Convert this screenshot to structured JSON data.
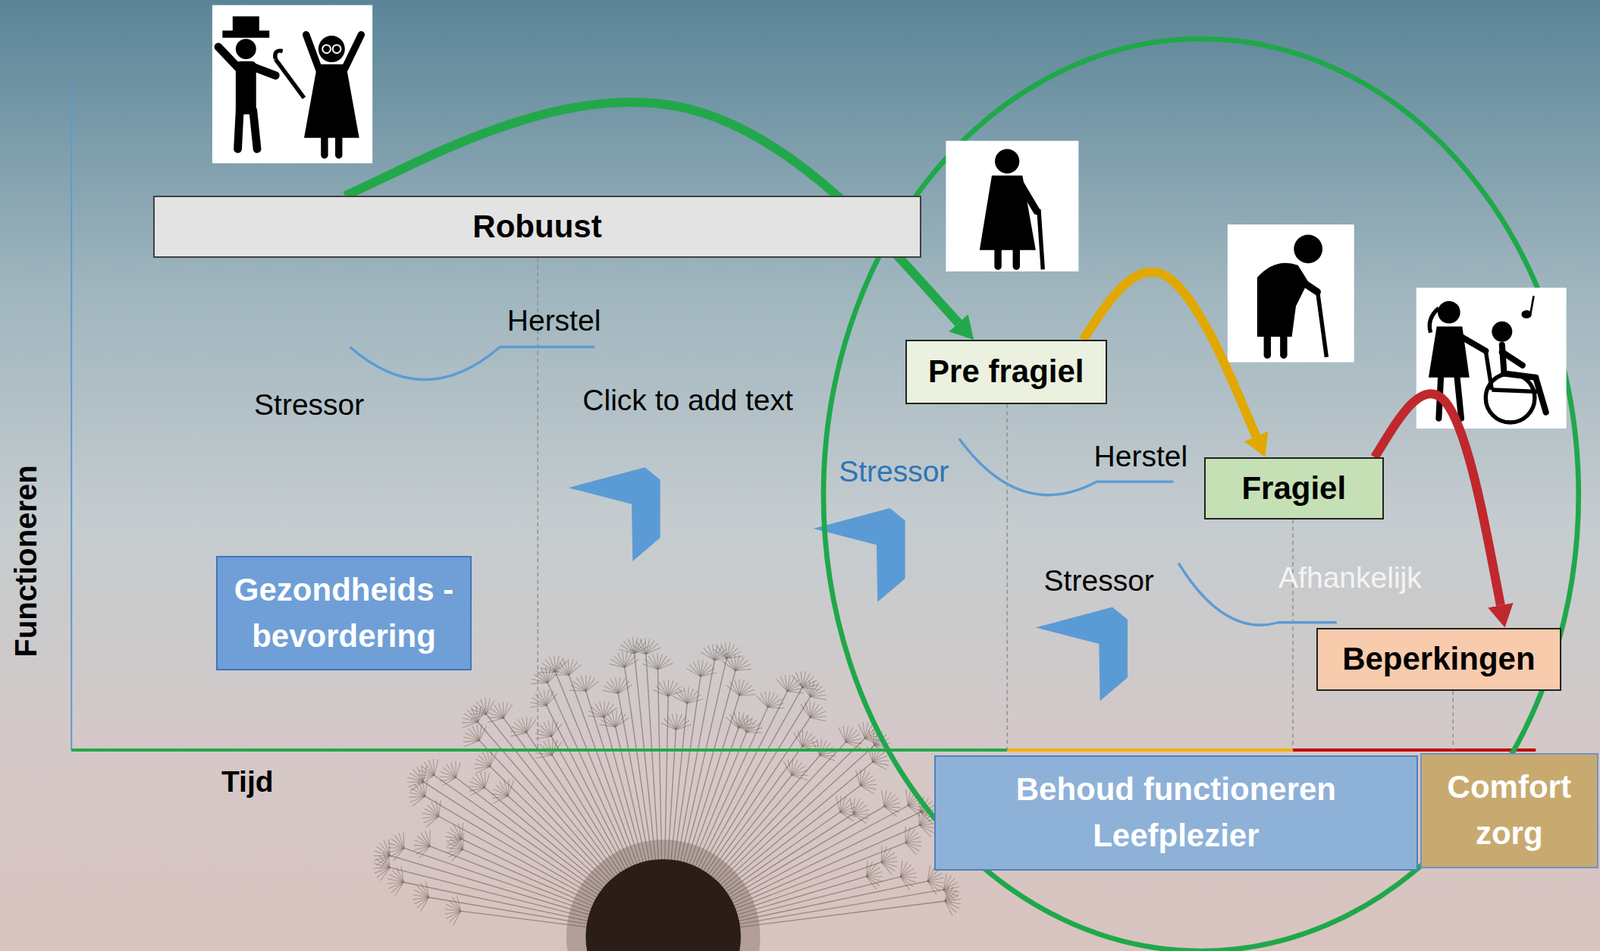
{
  "diagram": {
    "nodes": [
      {
        "text": [
          "Robuust"
        ]
      },
      {
        "text": [
          "Pre fragiel"
        ]
      },
      {
        "text": [
          "Fragiel"
        ]
      },
      {
        "text": [
          "Gezondheids -bevordering"
        ]
      },
      {
        "text": [
          "Beperkingen"
        ]
      },
      {
        "text": [
          "Behoud functioneren Leefplezier"
        ]
      },
      {
        "text": [
          "Comfort zorg"
        ]
      }
    ],
    "edges": [
      {
        "from": 0,
        "to": 1,
        "arrow": "to"
      },
      {
        "from": 1,
        "to": 2,
        "arrow": "to"
      },
      {
        "from": 2,
        "to": 4,
        "arrow": "to"
      }
    ],
    "labels": [
      "Functioneren",
      "Tijd",
      "Herstel",
      "Stressor",
      "Click to add text",
      "Stressor",
      "Herstel",
      "Stressor",
      "Afhankelijk"
    ]
  }
}
